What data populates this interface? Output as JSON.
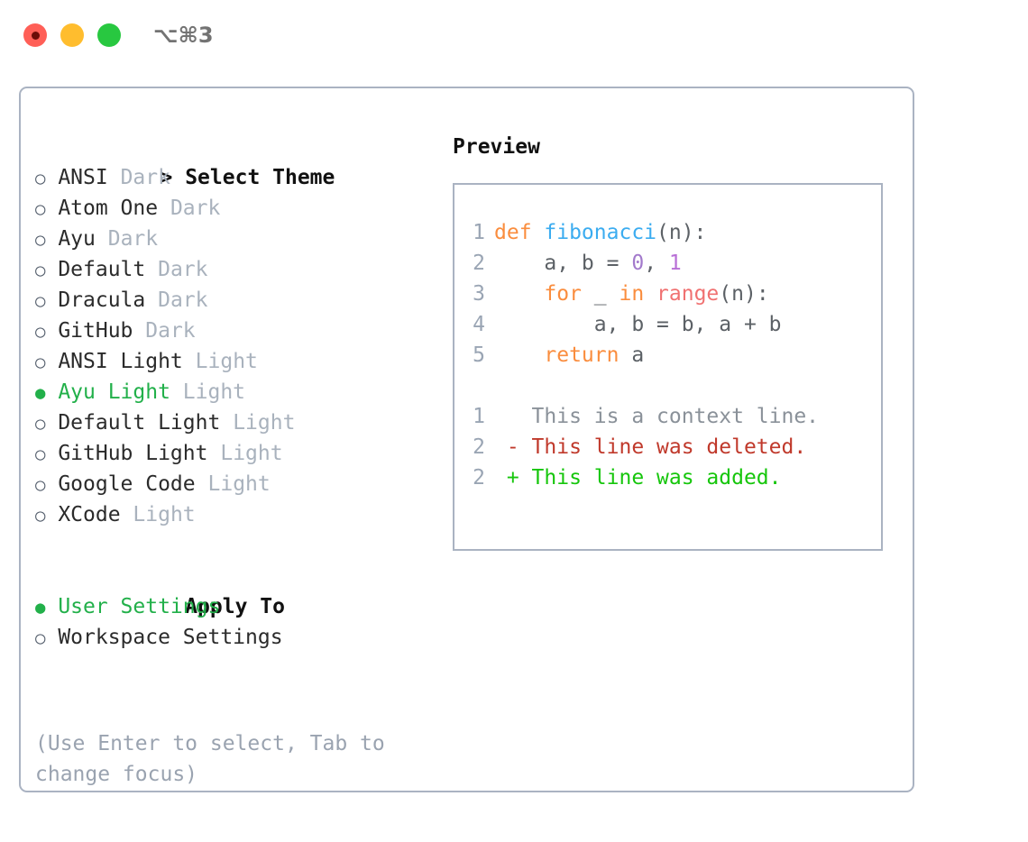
{
  "window": {
    "title": "⌥⌘3",
    "lights": [
      {
        "name": "close",
        "color": "#ff5f57"
      },
      {
        "name": "minimize",
        "color": "#ffbd2e"
      },
      {
        "name": "maximize",
        "color": "#28c840"
      }
    ]
  },
  "theme_section": {
    "caret": ">",
    "header": "Select Theme",
    "focused": true,
    "marker_unselected": "○",
    "marker_selected": "●",
    "items": [
      {
        "label": "ANSI",
        "suffix": "Dark",
        "selected": false
      },
      {
        "label": "Atom One",
        "suffix": "Dark",
        "selected": false
      },
      {
        "label": "Ayu",
        "suffix": "Dark",
        "selected": false
      },
      {
        "label": "Default",
        "suffix": "Dark",
        "selected": false
      },
      {
        "label": "Dracula",
        "suffix": "Dark",
        "selected": false
      },
      {
        "label": "GitHub",
        "suffix": "Dark",
        "selected": false
      },
      {
        "label": "ANSI Light",
        "suffix": "Light",
        "selected": false
      },
      {
        "label": "Ayu Light",
        "suffix": "Light",
        "selected": true
      },
      {
        "label": "Default Light",
        "suffix": "Light",
        "selected": false
      },
      {
        "label": "GitHub Light",
        "suffix": "Light",
        "selected": false
      },
      {
        "label": "Google Code",
        "suffix": "Light",
        "selected": false
      },
      {
        "label": "XCode",
        "suffix": "Light",
        "selected": false
      }
    ]
  },
  "apply_section": {
    "caret": ">",
    "header": "Apply To",
    "focused": false,
    "items": [
      {
        "label": "User Settings",
        "selected": true
      },
      {
        "label": "Workspace Settings",
        "selected": false
      }
    ]
  },
  "hint": "(Use Enter to select, Tab to change focus)",
  "preview": {
    "title": "Preview",
    "code_lines": [
      {
        "num": "1",
        "tokens": [
          {
            "t": "def ",
            "c": "kw"
          },
          {
            "t": "fibonacci",
            "c": "fn"
          },
          {
            "t": "(n):",
            "c": "punc"
          }
        ]
      },
      {
        "num": "2",
        "tokens": [
          {
            "t": "    a, b = ",
            "c": "plain"
          },
          {
            "t": "0",
            "c": "num"
          },
          {
            "t": ", ",
            "c": "plain"
          },
          {
            "t": "1",
            "c": "num2"
          }
        ]
      },
      {
        "num": "3",
        "tokens": [
          {
            "t": "    ",
            "c": "plain"
          },
          {
            "t": "for",
            "c": "kw"
          },
          {
            "t": " _ ",
            "c": "plain"
          },
          {
            "t": "in",
            "c": "kw"
          },
          {
            "t": " ",
            "c": "plain"
          },
          {
            "t": "range",
            "c": "call"
          },
          {
            "t": "(n):",
            "c": "punc"
          }
        ]
      },
      {
        "num": "4",
        "tokens": [
          {
            "t": "        a, b = b, a + b",
            "c": "plain"
          }
        ]
      },
      {
        "num": "5",
        "tokens": [
          {
            "t": "    ",
            "c": "plain"
          },
          {
            "t": "return",
            "c": "kw"
          },
          {
            "t": " a",
            "c": "plain"
          }
        ]
      }
    ],
    "diff_lines": [
      {
        "num": "1",
        "sign": " ",
        "text": "This is a context line.",
        "kind": "ctx"
      },
      {
        "num": "2",
        "sign": "-",
        "text": "This line was deleted.",
        "kind": "del"
      },
      {
        "num": "2",
        "sign": "+",
        "text": "This line was added.",
        "kind": "add"
      }
    ]
  },
  "colors": {
    "accent_green": "#22b04a",
    "muted": "#a9b2bd",
    "border": "#aab3c2",
    "keyword": "#fa8d3e",
    "function": "#3bacf0",
    "call": "#f07171",
    "number": "#a37acc",
    "diff_add": "#16c60c",
    "diff_del": "#c0392b"
  }
}
